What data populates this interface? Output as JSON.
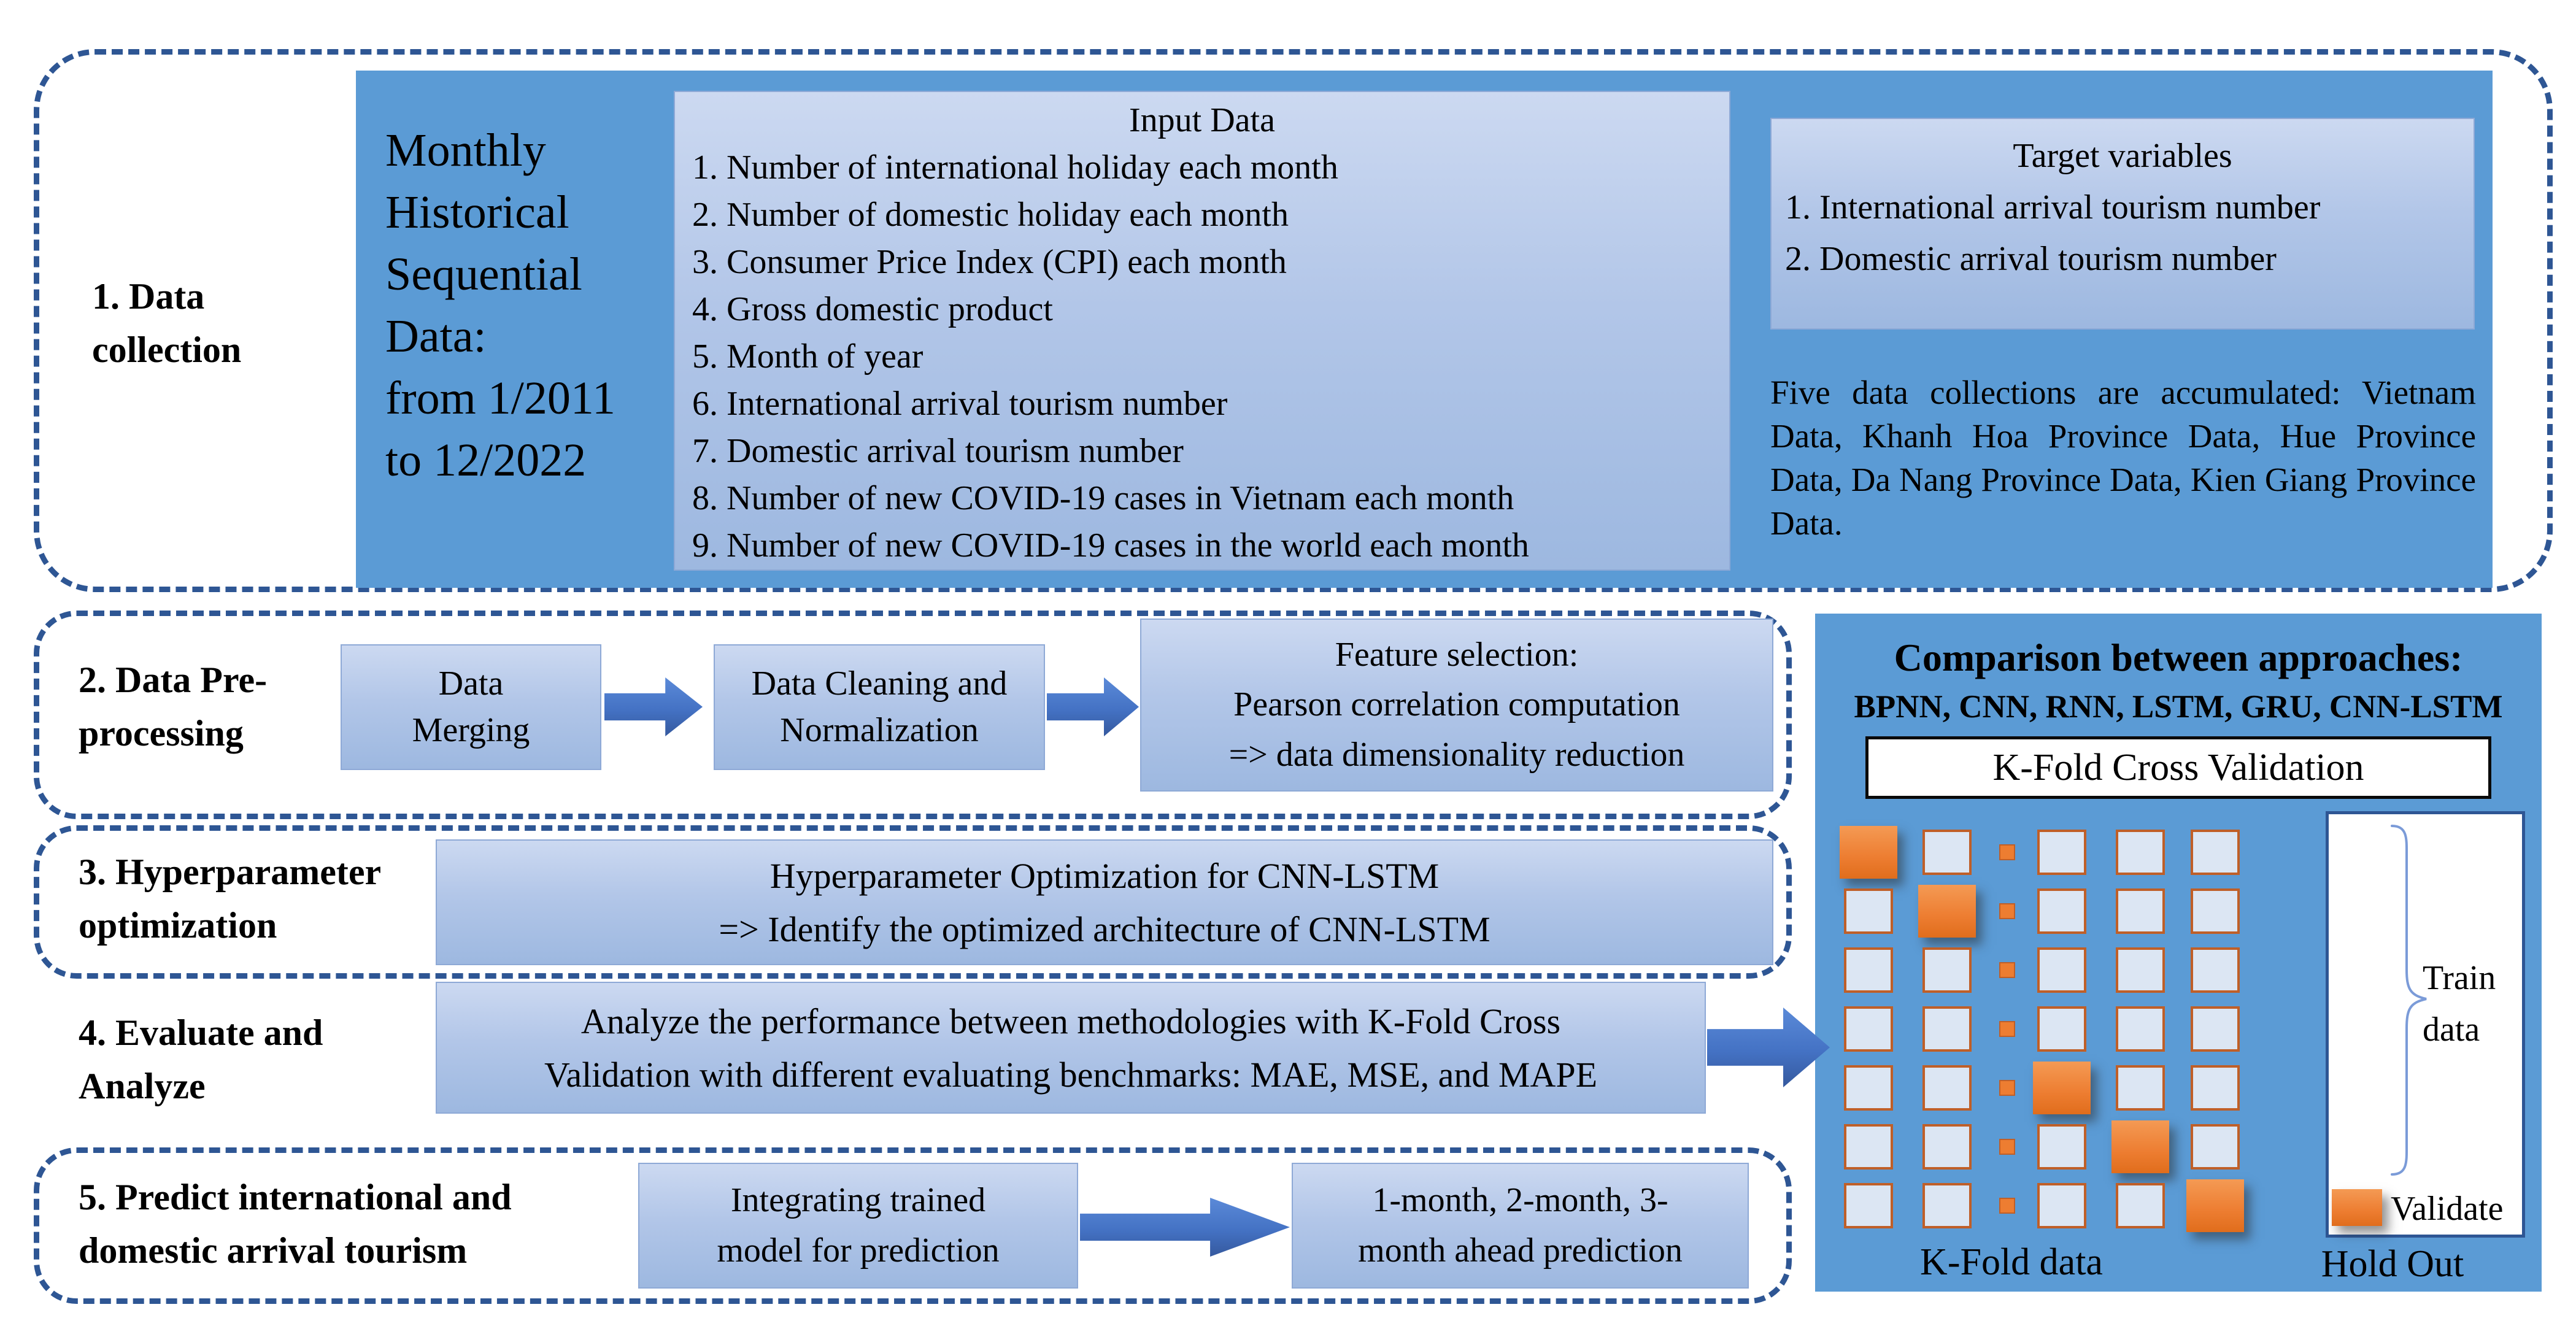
{
  "colors": {
    "panel_blue": "#5b9bd5",
    "light_box_blue": "#b2c6e8",
    "dashed_border_blue": "#2e5694",
    "arrow_blue": "#4472c4",
    "validate_orange": "#ed7d31",
    "cell_border_orange": "#bf5f28",
    "cell_fill": "#dce6f3"
  },
  "section1": {
    "label": "1. Data\ncollection",
    "monthly": "Monthly\nHistorical\nSequential\nData:\nfrom 1/2011\nto 12/2022",
    "input": {
      "title": "Input Data",
      "items": [
        "1. Number of international holiday each month",
        "2. Number of domestic holiday each month",
        "3. Consumer Price Index (CPI) each month",
        "4. Gross domestic product",
        "5. Month of year",
        "6. International arrival tourism number",
        "7. Domestic arrival tourism number",
        "8. Number of new COVID-19 cases in Vietnam each month",
        "9. Number of new COVID-19 cases in the world each month"
      ]
    },
    "target": {
      "title": "Target variables",
      "items": [
        "1. International arrival tourism number",
        "2. Domestic arrival tourism number"
      ]
    },
    "collections": "Five data collections are accumulated: Vietnam Data, Khanh Hoa Province Data, Hue Province Data, Da Nang Province Data, Kien Giang Province Data."
  },
  "section2": {
    "label": "2. Data Pre-\nprocessing",
    "box1": "Data\nMerging",
    "box2": "Data Cleaning and\nNormalization",
    "box3": "Feature selection:\nPearson correlation computation\n=> data dimensionality reduction"
  },
  "section3": {
    "label": "3. Hyperparameter\noptimization",
    "box": "Hyperparameter Optimization for CNN-LSTM\n=> Identify the optimized architecture of CNN-LSTM"
  },
  "section4": {
    "label": "4. Evaluate and\nAnalyze",
    "box": "Analyze the performance between methodologies with K-Fold Cross\nValidation with different evaluating benchmarks: MAE, MSE, and MAPE"
  },
  "section5": {
    "label": "5. Predict international and\ndomestic arrival tourism",
    "box1": "Integrating trained\nmodel for prediction",
    "box2": "1-month, 2-month, 3-\nmonth ahead prediction"
  },
  "panel": {
    "title": "Comparison between approaches:",
    "subtitle": "BPNN, CNN, RNN, LSTM, GRU, CNN-LSTM",
    "kfold_box": "K-Fold Cross Validation",
    "kfold_caption": "K-Fold data",
    "holdout_caption": "Hold Out",
    "train_label": "Train\ndata",
    "validate_label": "Validate",
    "grid": {
      "rows": 7,
      "big_cols": [
        1,
        2,
        4,
        5,
        6
      ],
      "dot_col": 3,
      "orange_cells": [
        [
          1,
          1
        ],
        [
          2,
          2
        ],
        [
          5,
          4
        ],
        [
          6,
          5
        ],
        [
          7,
          6
        ]
      ],
      "holdout_squares": 6
    }
  }
}
